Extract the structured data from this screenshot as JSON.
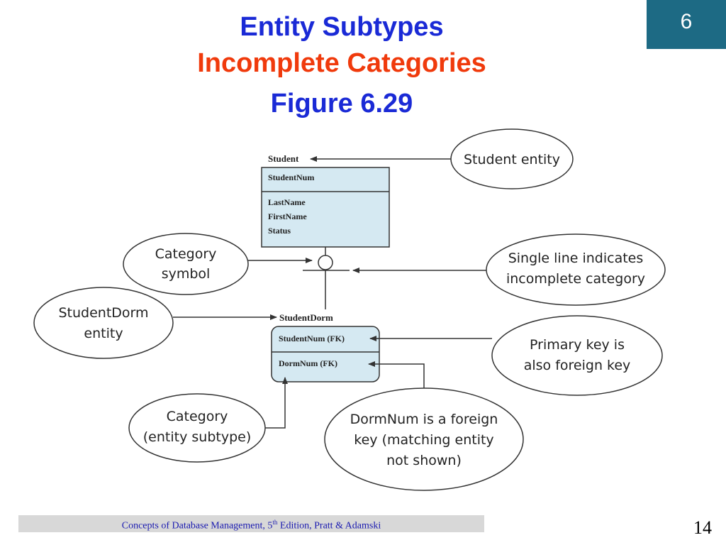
{
  "slide": {
    "title": "Entity Subtypes",
    "subtitle": "Incomplete Categories",
    "figure": "Figure 6.29",
    "chapter_number": "6",
    "page_number": "14",
    "footer": {
      "before_sup": "Concepts of Database Management, 5",
      "sup": "th",
      "after_sup": " Edition, Pratt & Adamski"
    }
  },
  "colors": {
    "title_blue": "#1a2ad6",
    "subtitle_red": "#f03a0c",
    "chapter_box": "#1d6a84",
    "entity_fill": "#d5e9f2",
    "entity_stroke": "#333333",
    "line": "#333333"
  },
  "diagram": {
    "student": {
      "name": "Student",
      "key": "StudentNum",
      "attributes": [
        "LastName",
        "FirstName",
        "Status"
      ]
    },
    "student_dorm": {
      "name": "StudentDorm",
      "key_fields": [
        "StudentNum (FK)",
        "DormNum (FK)"
      ]
    },
    "callouts": {
      "student_entity": [
        "Student entity"
      ],
      "category_symbol": [
        "Category",
        "symbol"
      ],
      "single_line": [
        "Single line indicates",
        "incomplete category"
      ],
      "studentdorm_entity": [
        "StudentDorm",
        "entity"
      ],
      "primary_key": [
        "Primary key is",
        "also foreign key"
      ],
      "category_subtype": [
        "Category",
        "(entity subtype)"
      ],
      "dormnum": [
        "DormNum is a foreign",
        "key (matching entity",
        "not shown)"
      ]
    }
  }
}
